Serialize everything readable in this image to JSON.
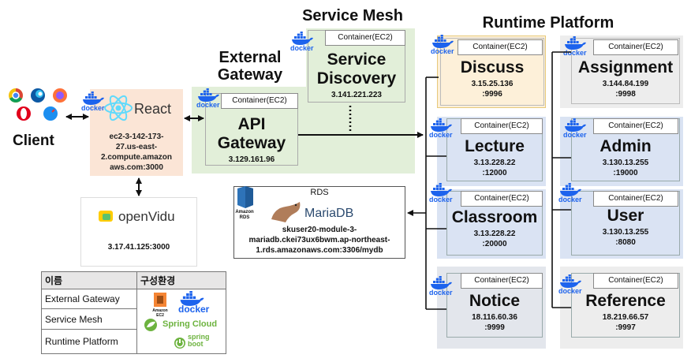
{
  "titles": {
    "service_mesh": "Service Mesh",
    "runtime_platform": "Runtime Platform",
    "external_gateway": "External\nGateway"
  },
  "client": {
    "label": "Client"
  },
  "react": {
    "label": "React",
    "address": "ec2-3-142-173-\n27.us-east-\n2.compute.amazon\naws.com:3000"
  },
  "openvidu": {
    "label": "openVidu",
    "address": "3.17.41.125:3000"
  },
  "docker_label": "docker",
  "container_label": "Container(EC2)",
  "api_gateway": {
    "name": "API\nGateway",
    "address": "3.129.161.96"
  },
  "service_discovery": {
    "name": "Service\nDiscovery",
    "address": "3.141.221.223"
  },
  "rds": {
    "title": "RDS",
    "engine": "MariaDB",
    "aws_label": "Amazon\nRDS",
    "address": "skuser20-module-3-\nmariadb.ckei73ux6bwm.ap-northeast-\n1.rds.amazonaws.com:3306/mydb"
  },
  "services": [
    {
      "name": "Discuss",
      "address": "3.15.25.136\n:9996"
    },
    {
      "name": "Assignment",
      "address": "3.144.84.199\n:9998"
    },
    {
      "name": "Lecture",
      "address": "3.13.228.22\n:12000"
    },
    {
      "name": "Admin",
      "address": "3.130.13.255\n:19000"
    },
    {
      "name": "Classroom",
      "address": "3.13.228.22\n:20000"
    },
    {
      "name": "User",
      "address": "3.130.13.255\n:8080"
    },
    {
      "name": "Notice",
      "address": "18.116.60.36\n:9999"
    },
    {
      "name": "Reference",
      "address": "18.219.66.57\n:9997"
    }
  ],
  "legend": {
    "header_name": "이름",
    "header_env": "구성환경",
    "rows": [
      "External Gateway",
      "Service Mesh",
      "Runtime Platform"
    ],
    "amazon_ec2": "Amazon\nEC2",
    "docker": "docker",
    "spring_cloud": "Spring Cloud",
    "spring_boot": "spring\nboot"
  },
  "colors": {
    "gateway_zone": "#e2efd9",
    "orange": "#fdf0d9",
    "blue": "#dae3f3",
    "gray": "#ededed",
    "docker_blue": "#1d63ed"
  }
}
